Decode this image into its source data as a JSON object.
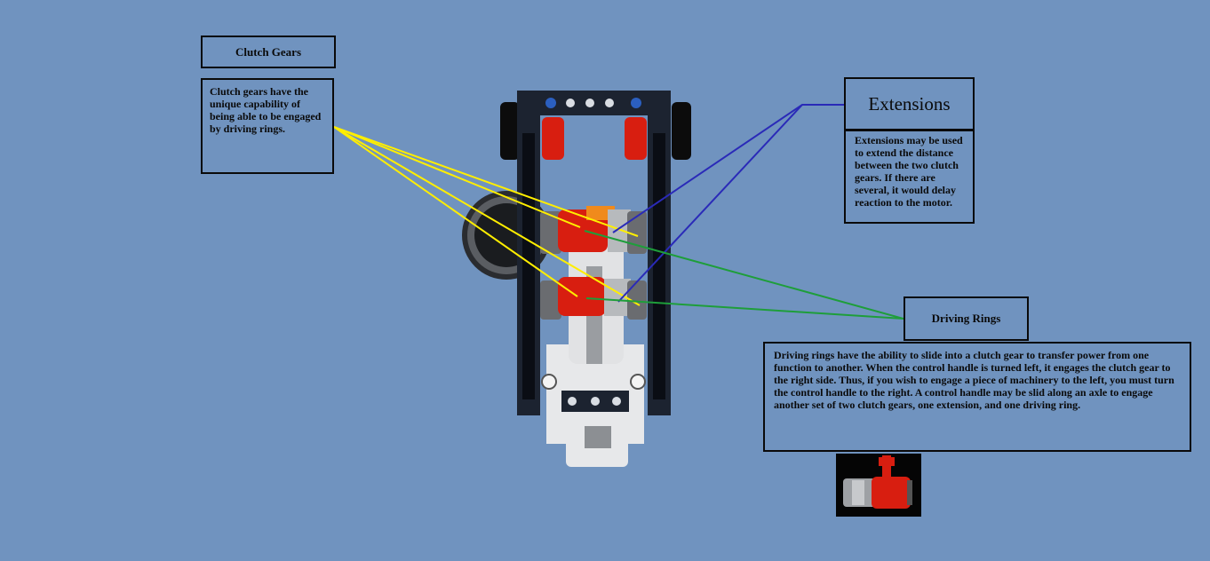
{
  "clutch_gears": {
    "title": "Clutch Gears",
    "description": "Clutch gears have the unique capability of being able to be engaged by driving rings."
  },
  "extensions": {
    "title": "Extensions",
    "description": "Extensions may be used to extend the distance between the two clutch gears. If there are several, it would delay reaction to the motor."
  },
  "driving_rings": {
    "title": "Driving Rings",
    "description": "Driving rings have the ability to slide into a clutch gear to transfer power from one function to another. When the control handle is turned left, it engages the clutch gear to the right side. Thus, if you wish to engage a piece of machinery to the left, you must turn the control handle to the right. A control handle may be slid along an axle to engage another set of two clutch gears, one extension, and one driving ring."
  },
  "colors": {
    "background": "#7093bf",
    "clutch_leader": "#ffee00",
    "extension_leader": "#2a2ab8",
    "driving_ring_leader": "#1e9e3a",
    "beam": "#1c2330",
    "clutch_gear": "#d81e10"
  }
}
